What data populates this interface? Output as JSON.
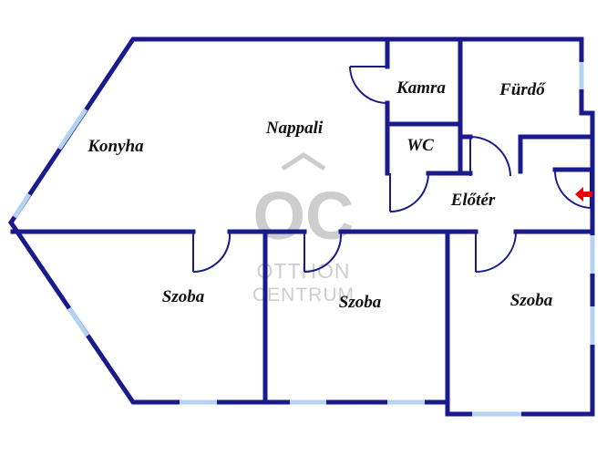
{
  "rooms": {
    "konyha": "Konyha",
    "nappali": "Nappali",
    "kamra": "Kamra",
    "furdo": "Fürdő",
    "wc": "WC",
    "eloter": "Előtér",
    "szoba_left": "Szoba",
    "szoba_middle": "Szoba",
    "szoba_right": "Szoba"
  },
  "watermark": {
    "monogram": "OC",
    "line1": "OTTHON",
    "line2": "CENTRUM"
  },
  "colors": {
    "wall": "#1a1a8c",
    "window": "#b3d3f2",
    "entrance_arrow": "#e60000",
    "watermark": "#c8c8c8"
  },
  "icons": {
    "entrance": "entrance-arrow-icon"
  }
}
